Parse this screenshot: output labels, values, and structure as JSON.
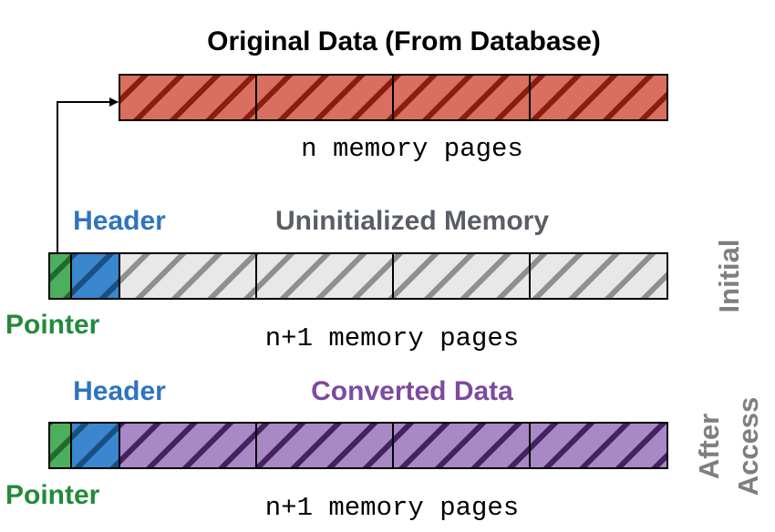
{
  "title": "Original Data (From Database)",
  "top_bar": {
    "caption": "n memory pages",
    "color": "#d9705f",
    "stripe_color": "#8a1c10",
    "pages": 4
  },
  "initial_bar": {
    "header_label": "Header",
    "region_label": "Uninitialized Memory",
    "pointer_label": "Pointer",
    "caption": "n+1 memory pages",
    "side_label": "Initial",
    "fill_color": "#e8e8e8",
    "stripe_color": "#8f8f8f",
    "pages": 4
  },
  "after_bar": {
    "header_label": "Header",
    "region_label": "Converted Data",
    "pointer_label": "Pointer",
    "caption": "n+1 memory pages",
    "side_label_line1": "After",
    "side_label_line2": "Access",
    "fill_color": "#a988c6",
    "stripe_color": "#43225e",
    "pages": 4
  },
  "colors": {
    "header": "#2e74c0",
    "pointer": "#238a3b",
    "pointer_fill": "#4caf5d",
    "pointer_stripe": "#1e6b2f",
    "header_fill": "#3a86cf",
    "header_stripe": "#1a4f80",
    "uninit_label": "#595e66",
    "converted_label": "#7c4aa0",
    "side_label": "#7f7f7f"
  }
}
